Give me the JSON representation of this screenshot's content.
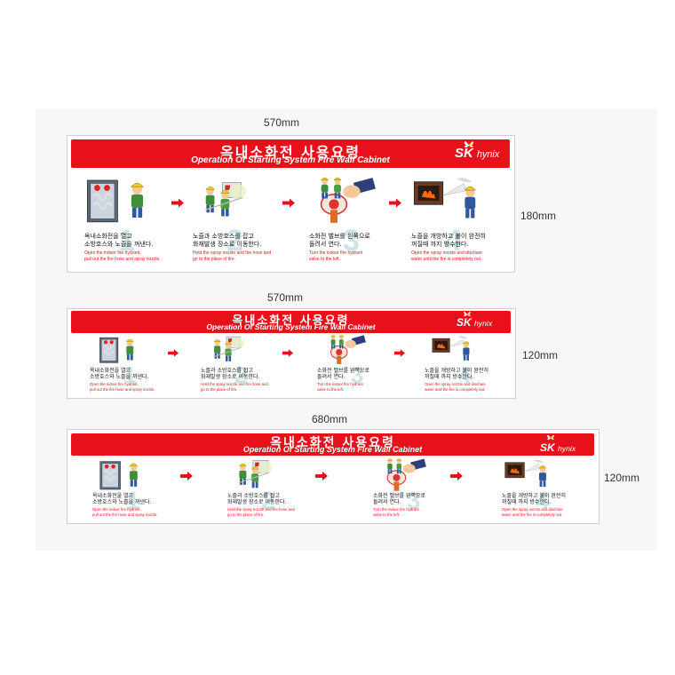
{
  "panels": [
    {
      "width_label": "570mm",
      "height_label": "180mm",
      "title_kr": "옥내소화전 사용요령",
      "title_en": "Operation Of Starting System Fire Wall Cabinet",
      "brand_sk": "SK",
      "brand_hynix": "hynix",
      "steps": [
        {
          "kr1": "옥내소화전을 열고",
          "kr2": "소방호스와 노즐을 꺼낸다.",
          "en1": "Open the indoor fire hydrant,",
          "en2": "pull out the fire hose and spray nozzle."
        },
        {
          "kr1": "노즐과 소방호스를 잡고",
          "kr2": "화재발생 장소로 이동한다.",
          "en1": "Hold the spray nozzle and fire hose and",
          "en2": "go to the place of fire."
        },
        {
          "kr1": "소화전 밸브를 왼쪽으로",
          "kr2": "돌려서 연다.",
          "en1": "Turn the indoor fire hydrant",
          "en2": "valve to the left."
        },
        {
          "kr1": "노즐을 개방하고 불이 완전히",
          "kr2": "꺼질때 까지 방수한다.",
          "en1": "Open the spray nozzle and dischare",
          "en2": "water until the fire is completely out."
        }
      ]
    },
    {
      "width_label": "570mm",
      "height_label": "120mm",
      "title_kr": "옥내소화전 사용요령",
      "title_en": "Operation Of Starting System Fire Wall Cabinet",
      "brand_sk": "SK",
      "brand_hynix": "hynix",
      "steps": [
        {
          "kr1": "옥내소화전을 열고",
          "kr2": "소방호스와 노즐을 꺼낸다.",
          "en1": "Open the indoor fire hydrant,",
          "en2": "pull out the fire hose and spray nozzle."
        },
        {
          "kr1": "노즐과 소방호스를 잡고",
          "kr2": "화재발생 장소로 이동한다.",
          "en1": "Hold the spray nozzle and fire hose and",
          "en2": "go to the place of fire."
        },
        {
          "kr1": "소화전 밸브를 왼쪽으로",
          "kr2": "돌려서 연다.",
          "en1": "Turn the indoor fire hydrant",
          "en2": "valve to the left."
        },
        {
          "kr1": "노즐을 개방하고 불이 완전히",
          "kr2": "꺼질때 까지 방수한다.",
          "en1": "Open the spray nozzle and dischare",
          "en2": "water until the fire is completely out."
        }
      ]
    },
    {
      "width_label": "680mm",
      "height_label": "120mm",
      "title_kr": "옥내소화전 사용요령",
      "title_en": "Operation Of Starting System Fire Wall Cabinet",
      "brand_sk": "SK",
      "brand_hynix": "hynix",
      "steps": [
        {
          "kr1": "옥내소화전을 열고",
          "kr2": "소방호스와 노즐을 꺼낸다.",
          "en1": "Open the indoor fire hydrant,",
          "en2": "pull out the fire hose and spray nozzle."
        },
        {
          "kr1": "노즐과 소방호스를 잡고",
          "kr2": "화재발생 장소로 이동한다.",
          "en1": "Hold the spray nozzle and fire hose and",
          "en2": "go to the place of fire."
        },
        {
          "kr1": "소화전 밸브를 왼쪽으로",
          "kr2": "돌려서 연다.",
          "en1": "Turn the indoor fire hydrant",
          "en2": "valve to the left."
        },
        {
          "kr1": "노즐을 개방하고 불이 완전히",
          "kr2": "꺼질때 까지 방수한다.",
          "en1": "Open the spray nozzle and dischare",
          "en2": "water until the fire is completely out."
        }
      ]
    }
  ],
  "step_numbers": [
    "1",
    "2",
    "3",
    "4"
  ],
  "colors": {
    "banner": "#e8101a",
    "text_en": "#e8101a",
    "step_number": "#b8d9de",
    "canvas": "#f7f7f7"
  }
}
